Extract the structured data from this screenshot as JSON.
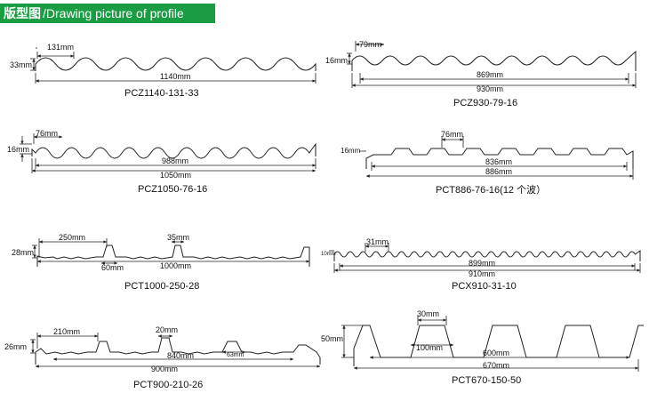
{
  "header": {
    "title_cn": "版型图",
    "title_en": "/Drawing picture of profile",
    "bg_color": "#1a9c43",
    "text_color": "#ffffff"
  },
  "profiles": [
    {
      "id": "pcz1140",
      "name": "PCZ1140-131-33",
      "pitch": "131mm",
      "height": "33mm",
      "cover": "1140mm"
    },
    {
      "id": "pcz930",
      "name": "PCZ930-79-16",
      "pitch": "79mm",
      "height": "16mm",
      "inner": "869mm",
      "cover": "930mm"
    },
    {
      "id": "pcz1050",
      "name": "PCZ1050-76-16",
      "pitch": "76mm",
      "height": "16mm",
      "inner": "988mm",
      "cover": "1050mm"
    },
    {
      "id": "pct886",
      "name": "PCT886-76-16(12 个波）",
      "pitch": "76mm",
      "height": "16mm",
      "inner": "836mm",
      "cover": "886mm"
    },
    {
      "id": "pct1000",
      "name": "PCT1000-250-28",
      "pitch": "250mm",
      "rib_top": "35mm",
      "rib_base": "60mm",
      "height": "28mm",
      "cover": "1000mm"
    },
    {
      "id": "pcx910",
      "name": "PCX910-31-10",
      "pitch": "31mm",
      "height": "10mm",
      "inner": "899mm",
      "cover": "910mm"
    },
    {
      "id": "pct900",
      "name": "PCT900-210-26",
      "pitch": "210mm",
      "rib_top": "20mm",
      "rib_base": "63mm",
      "height": "26mm",
      "inner": "840mm",
      "cover": "900mm"
    },
    {
      "id": "pct670",
      "name": "PCT670-150-50",
      "pitch": "30mm",
      "rib_base": "100mm",
      "height": "50mm",
      "inner": "600mm",
      "cover": "670mm"
    }
  ]
}
